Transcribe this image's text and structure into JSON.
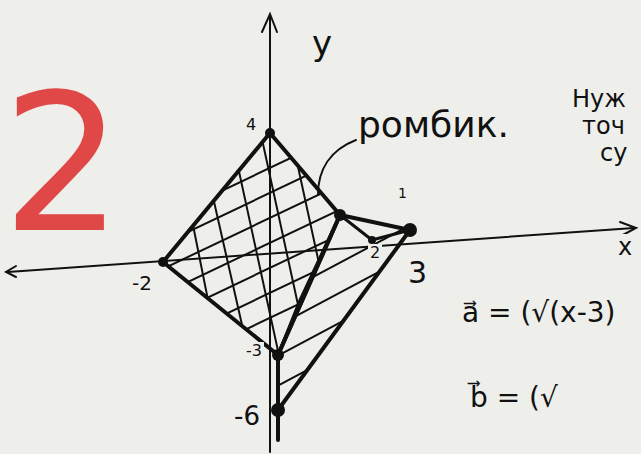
{
  "diagram": {
    "labels": [
      "2",
      "y",
      "4",
      "ромбик.",
      "Нуж",
      "точ",
      "су",
      "1",
      "x",
      "-2",
      "2",
      "3",
      "-3",
      "-6",
      "a⃗ = (√(x-3)",
      "b⃗ = (√"
    ]
  }
}
